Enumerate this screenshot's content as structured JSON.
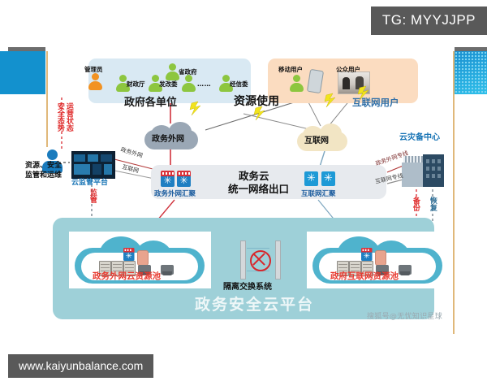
{
  "overlays": {
    "tg_badge": "TG: MYYJJPP",
    "url_badge": "www.kaiyunbalance.com",
    "sohu_watermark": "搜狐号@无忧知识星球"
  },
  "diagram": {
    "title": "政务安全云平台",
    "top_left_zone": {
      "label": "政府各单位",
      "actors": [
        {
          "name": "管理员",
          "color": "#f29222"
        },
        {
          "name": "财政厅",
          "color": "#8dc63f"
        },
        {
          "name": "发改委",
          "color": "#8dc63f"
        },
        {
          "name": "省政府",
          "color": "#8dc63f"
        },
        {
          "name": "经信委",
          "color": "#8dc63f"
        }
      ],
      "ellipsis": "……"
    },
    "top_right_zone": {
      "label": "互联网用户",
      "actors": [
        {
          "name": "移动用户"
        },
        {
          "name": "公众用户"
        }
      ]
    },
    "flow_label": "资源使用",
    "clouds": {
      "gov_extranet": "政务外网",
      "internet": "互联网"
    },
    "monitor": {
      "platform_label": "云监管平台",
      "operator_label_line1": "资源、安全",
      "operator_label_line2": "监管和运维",
      "status_vertical_1": "运营状态",
      "status_vertical_2": "安全态势",
      "supervise_vertical": "监管",
      "link_gov": "政务外网",
      "link_internet": "互联网"
    },
    "center_bar": {
      "title_line1": "政务云",
      "title_line2": "统一网络出口",
      "gov_aggregation": "政务外网汇聚",
      "internet_aggregation": "互联网汇聚"
    },
    "disaster_recovery": {
      "label": "云灾备中心",
      "line_gov": "政务外网专线",
      "line_internet": "互联网专线",
      "backup_vertical": "备份",
      "restore_vertical": "恢复"
    },
    "resource_pools": [
      {
        "label": "政务外网云资源池"
      },
      {
        "label": "政府互联网资源池"
      }
    ],
    "isolation": {
      "label": "隔离交换系统"
    }
  },
  "colors": {
    "gov_zone_bg": "#d9e9f3",
    "net_zone_bg": "#fbdcc0",
    "panel_bg": "#9ed0d8",
    "center_bar_bg": "#e7eaee",
    "accent_blue": "#1874b5",
    "accent_red": "#e8392f",
    "green_person": "#8dc63f",
    "orange_person": "#f29222",
    "badge_bg": "#595959"
  }
}
